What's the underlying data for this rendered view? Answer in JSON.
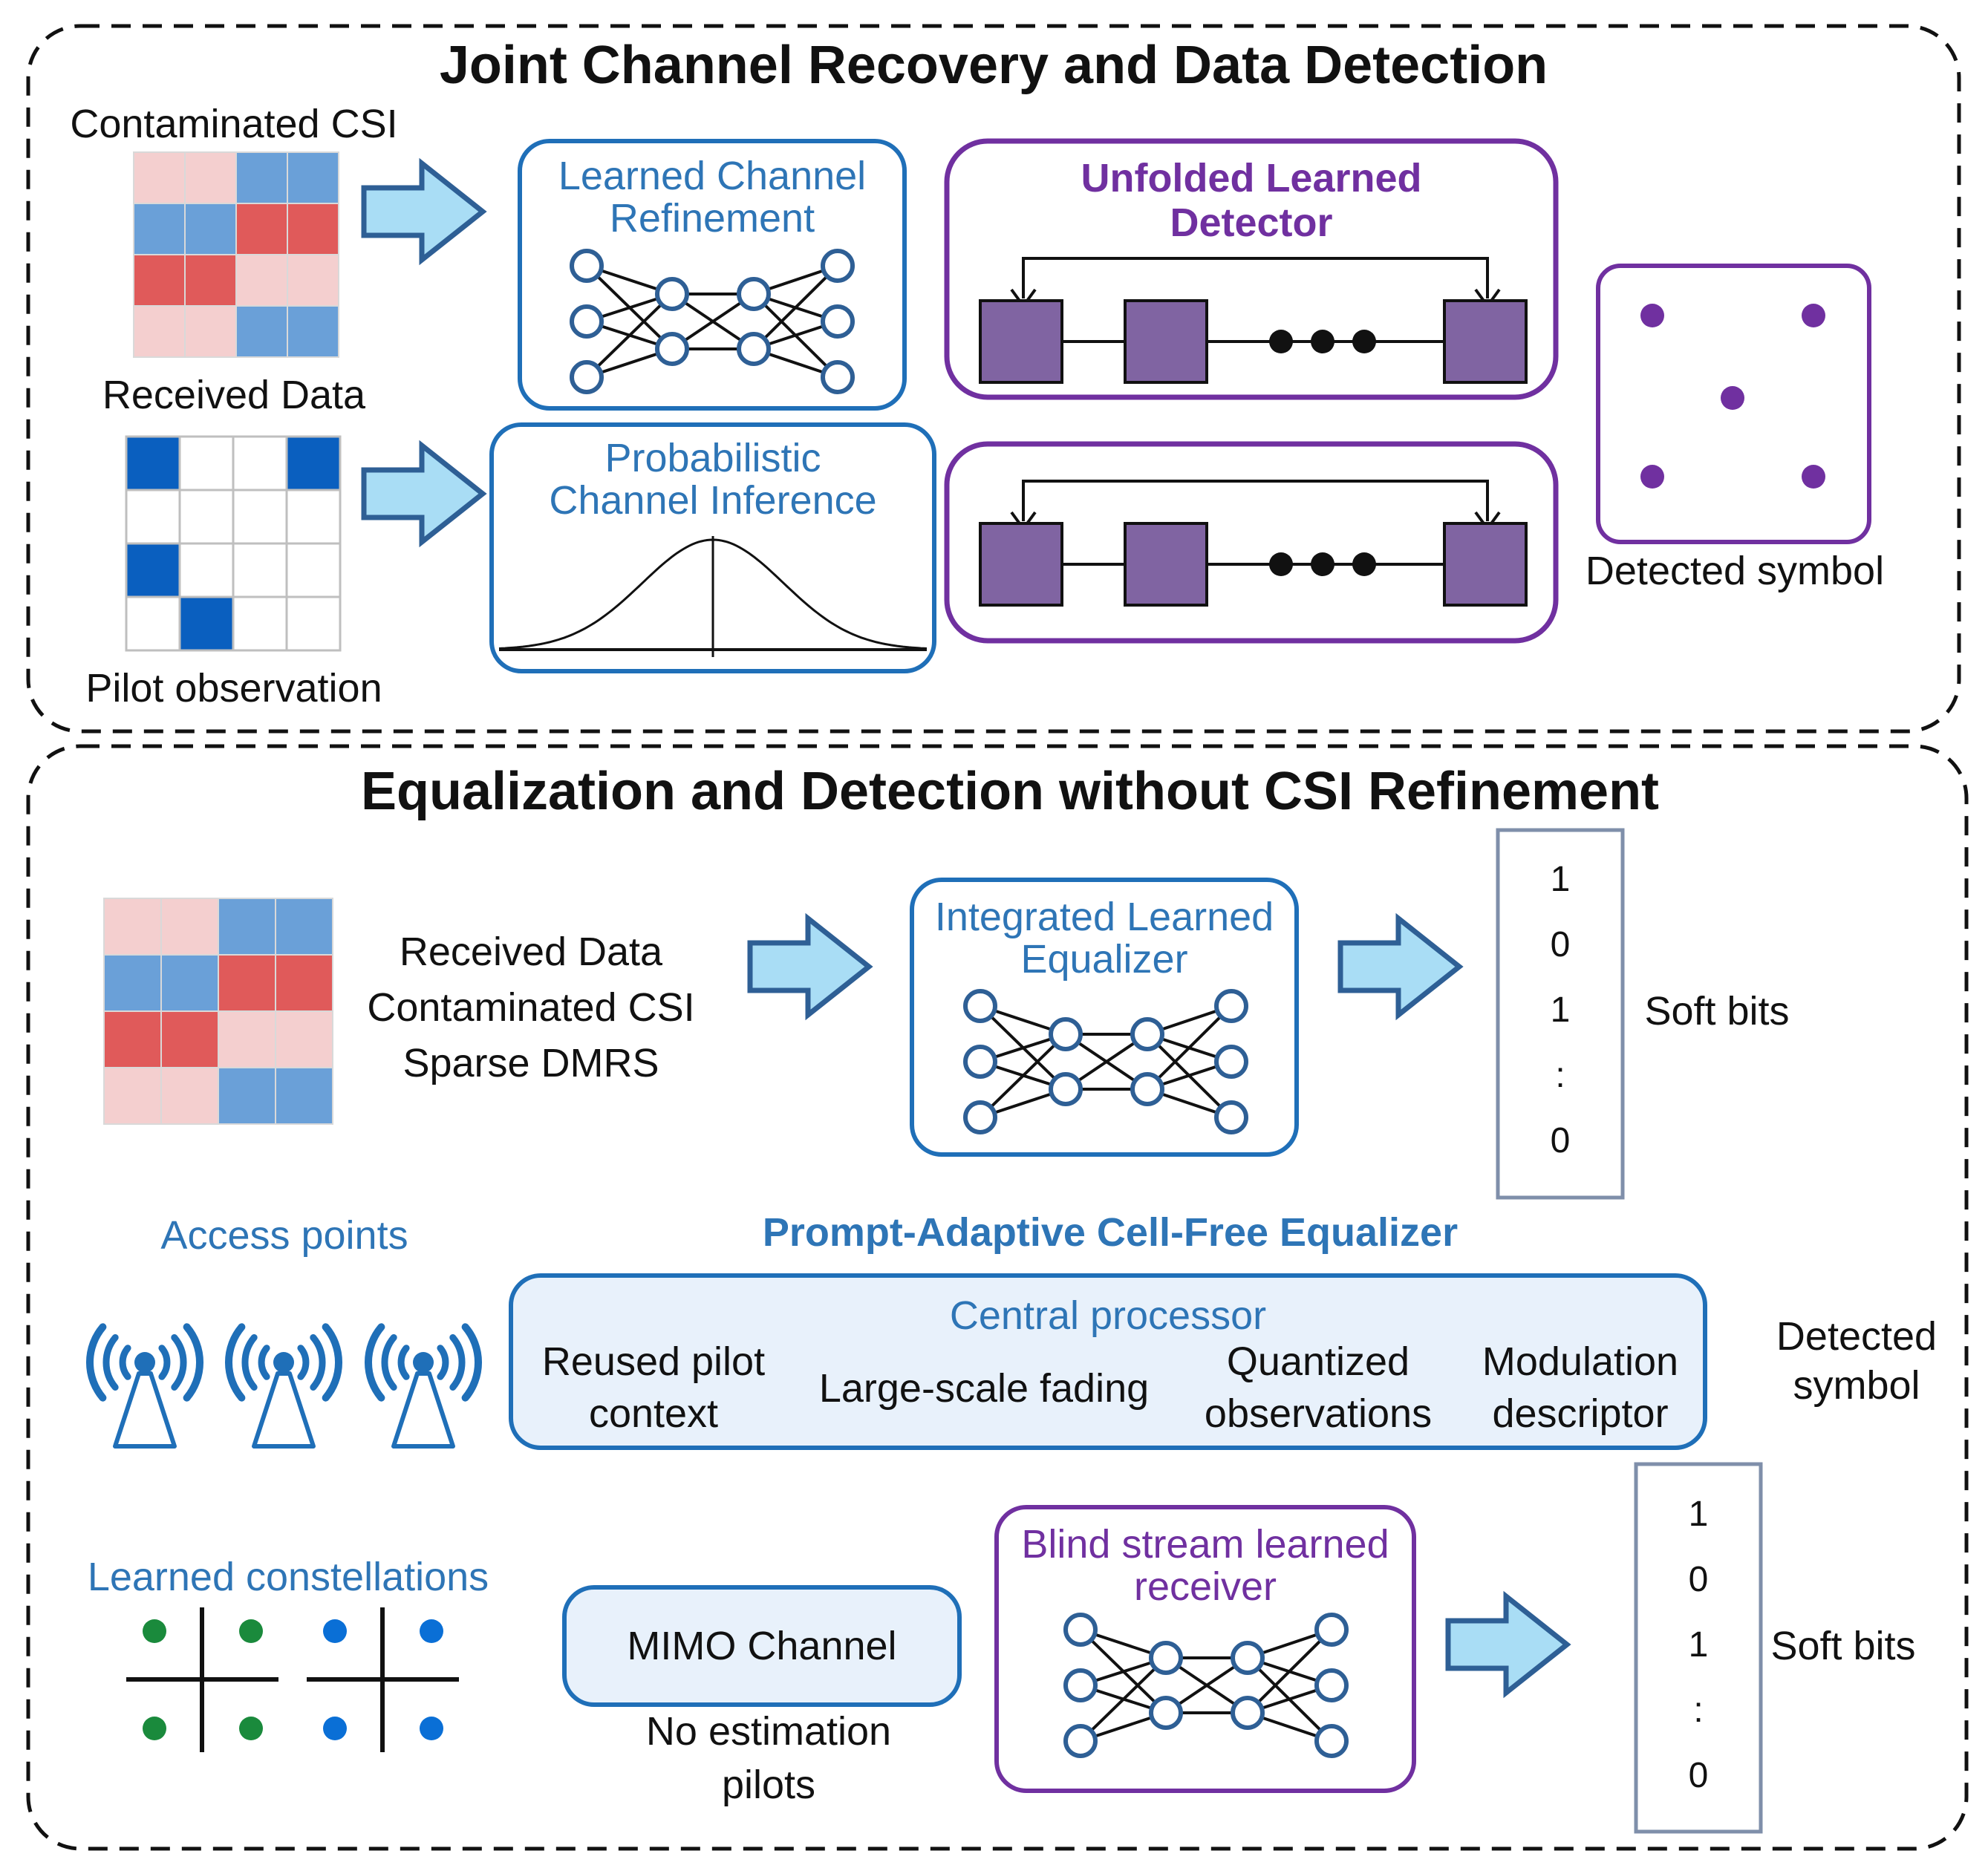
{
  "colors": {
    "blue_accent": "#2e75b6",
    "purple_accent": "#7030a0",
    "arrow_fill": "#a9ddf5",
    "arrow_stroke": "#2e5f95",
    "grid_red": "#e05a5a",
    "grid_pink": "#f4cfcf",
    "grid_blue": "#6aa0d8",
    "pilot_blue": "#0a5fbf",
    "block_purple": "#8064a2",
    "constellation_green": "#1a8a3c",
    "constellation_blue": "#0a6fd6"
  },
  "section1": {
    "title": "Joint Channel Recovery and Data Detection",
    "contaminated_csi_label": "Contaminated CSI",
    "received_data_label": "Received Data",
    "pilot_observation_label": "Pilot observation",
    "learned_channel_refinement": [
      "Learned Channel",
      "Refinement"
    ],
    "probabilistic_channel_inference": [
      "Probabilistic",
      "Channel Inference"
    ],
    "unfolded_learned_detector": [
      "Unfolded Learned",
      "Detector"
    ],
    "detected_symbol_label": "Detected symbol"
  },
  "section2": {
    "title": "Equalization and Detection without CSI Refinement",
    "inputs": [
      "Received Data",
      "Contaminated CSI",
      "Sparse DMRS"
    ],
    "integrated_learned_equalizer": [
      "Integrated Learned",
      "Equalizer"
    ],
    "soft_bits_top": [
      "1",
      "0",
      "1",
      ":",
      "0"
    ],
    "soft_bits_label": "Soft bits",
    "access_points_label": "Access points",
    "prompt_adaptive_title": "Prompt-Adaptive Cell-Free Equalizer",
    "central_processor": {
      "title": "Central processor",
      "items": [
        [
          "Reused pilot",
          "context"
        ],
        [
          "Large-scale fading"
        ],
        [
          "Quantized",
          "observations"
        ],
        [
          "Modulation",
          "descriptor"
        ]
      ]
    },
    "detected_symbol_label": [
      "Detected",
      "symbol"
    ],
    "learned_constellations_label": "Learned constellations",
    "mimo_channel_label": "MIMO Channel",
    "no_estimation_pilots": [
      "No estimation",
      "pilots"
    ],
    "blind_stream_receiver": [
      "Blind stream learned",
      "receiver"
    ],
    "soft_bits_bottom": [
      "1",
      "0",
      "1",
      ":",
      "0"
    ],
    "soft_bits_label_bottom": "Soft bits"
  }
}
